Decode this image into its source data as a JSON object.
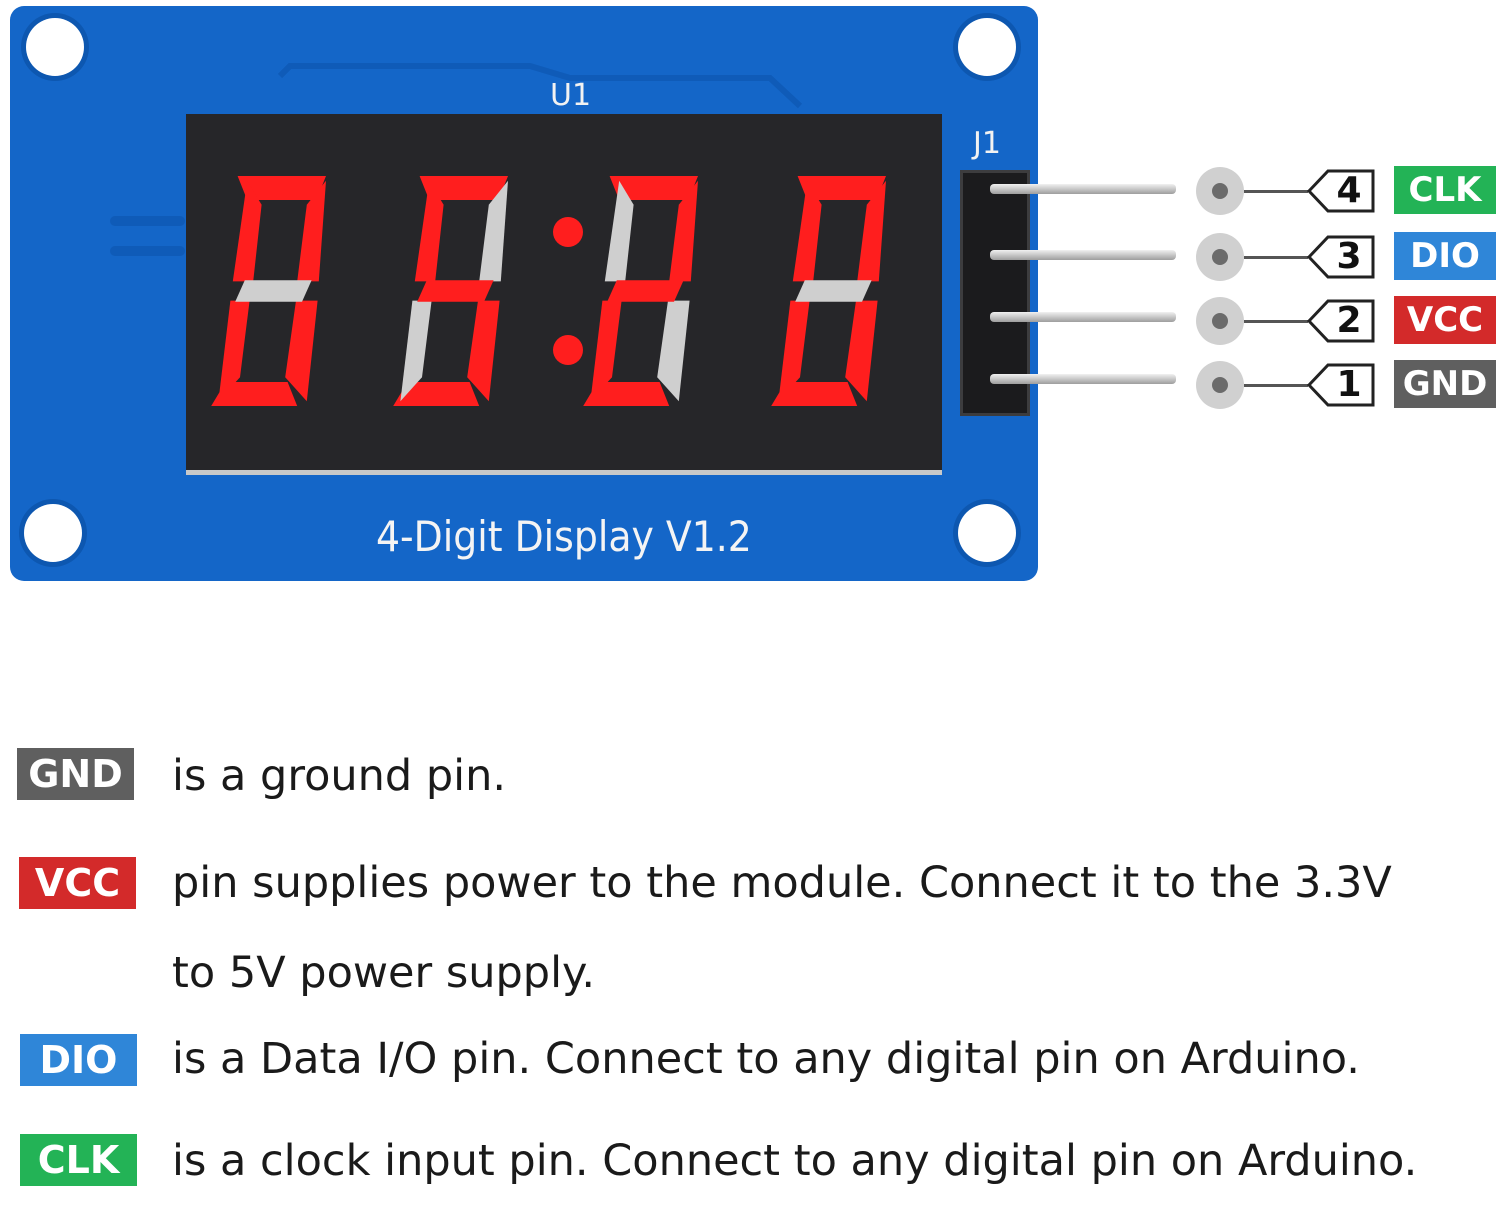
{
  "colors": {
    "gnd": "#5f5f5f",
    "vcc": "#d32a2a",
    "dio": "#2f86d8",
    "clk": "#23b356",
    "pcb": "#1466c8",
    "segment_on": "#ff1e1e",
    "segment_off": "#cfcfcf"
  },
  "board": {
    "u1_label": "U1",
    "j1_label": "J1",
    "silkscreen_title": "4-Digit Display  V1.2"
  },
  "display": {
    "digits_shown": [
      "0",
      "5",
      "2",
      "0"
    ],
    "colon_on": true
  },
  "pins": [
    {
      "number": "4",
      "label": "CLK"
    },
    {
      "number": "3",
      "label": "DIO"
    },
    {
      "number": "2",
      "label": "VCC"
    },
    {
      "number": "1",
      "label": "GND"
    }
  ],
  "legend": [
    {
      "label": "GND",
      "text_lines": [
        "is a ground pin."
      ]
    },
    {
      "label": "VCC",
      "text_lines": [
        "pin supplies power to the module. Connect it to the 3.3V",
        "to 5V power supply."
      ]
    },
    {
      "label": "DIO",
      "text_lines": [
        "is a Data I/O pin. Connect to any digital pin on Arduino."
      ]
    },
    {
      "label": "CLK",
      "text_lines": [
        "is a clock input pin. Connect to any digital pin on Arduino."
      ]
    }
  ]
}
